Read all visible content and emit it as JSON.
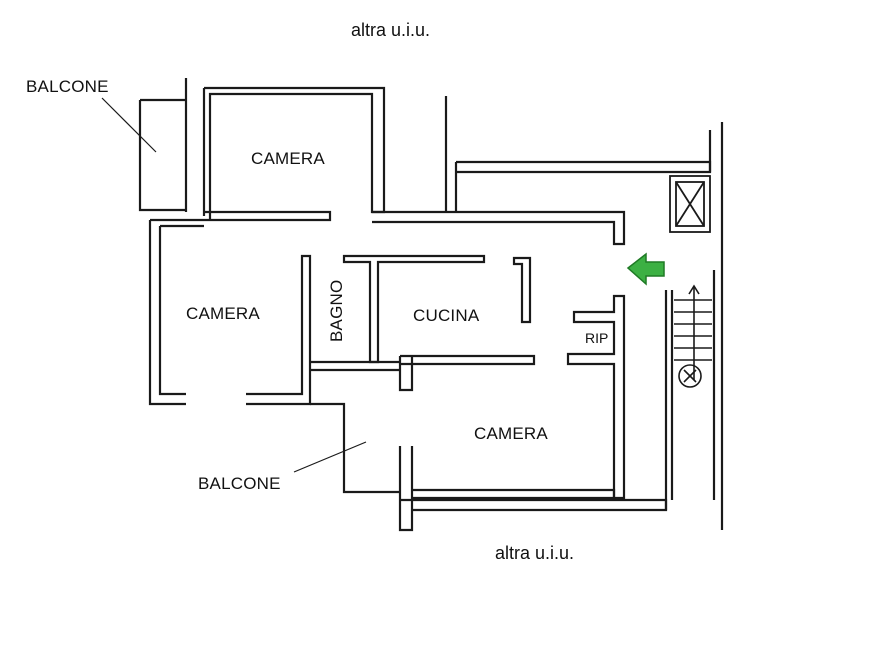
{
  "labels": {
    "neighbor_top": "altra u.i.u.",
    "neighbor_bottom": "altra u.i.u.",
    "balcone_top": "BALCONE",
    "balcone_bottom": "BALCONE",
    "camera_top": "CAMERA",
    "camera_left": "CAMERA",
    "camera_bottom": "CAMERA",
    "bagno": "BAGNO",
    "cucina": "CUCINA",
    "rip": "RIP"
  },
  "colors": {
    "wall": "#1a1a1a",
    "entrance_arrow": "#3cb043",
    "entrance_arrow_dark": "#1f7a25"
  },
  "icons": {
    "entrance": "entrance-arrow-icon",
    "stairs": "stairs-icon",
    "elevator": "elevator-shaft-icon"
  }
}
